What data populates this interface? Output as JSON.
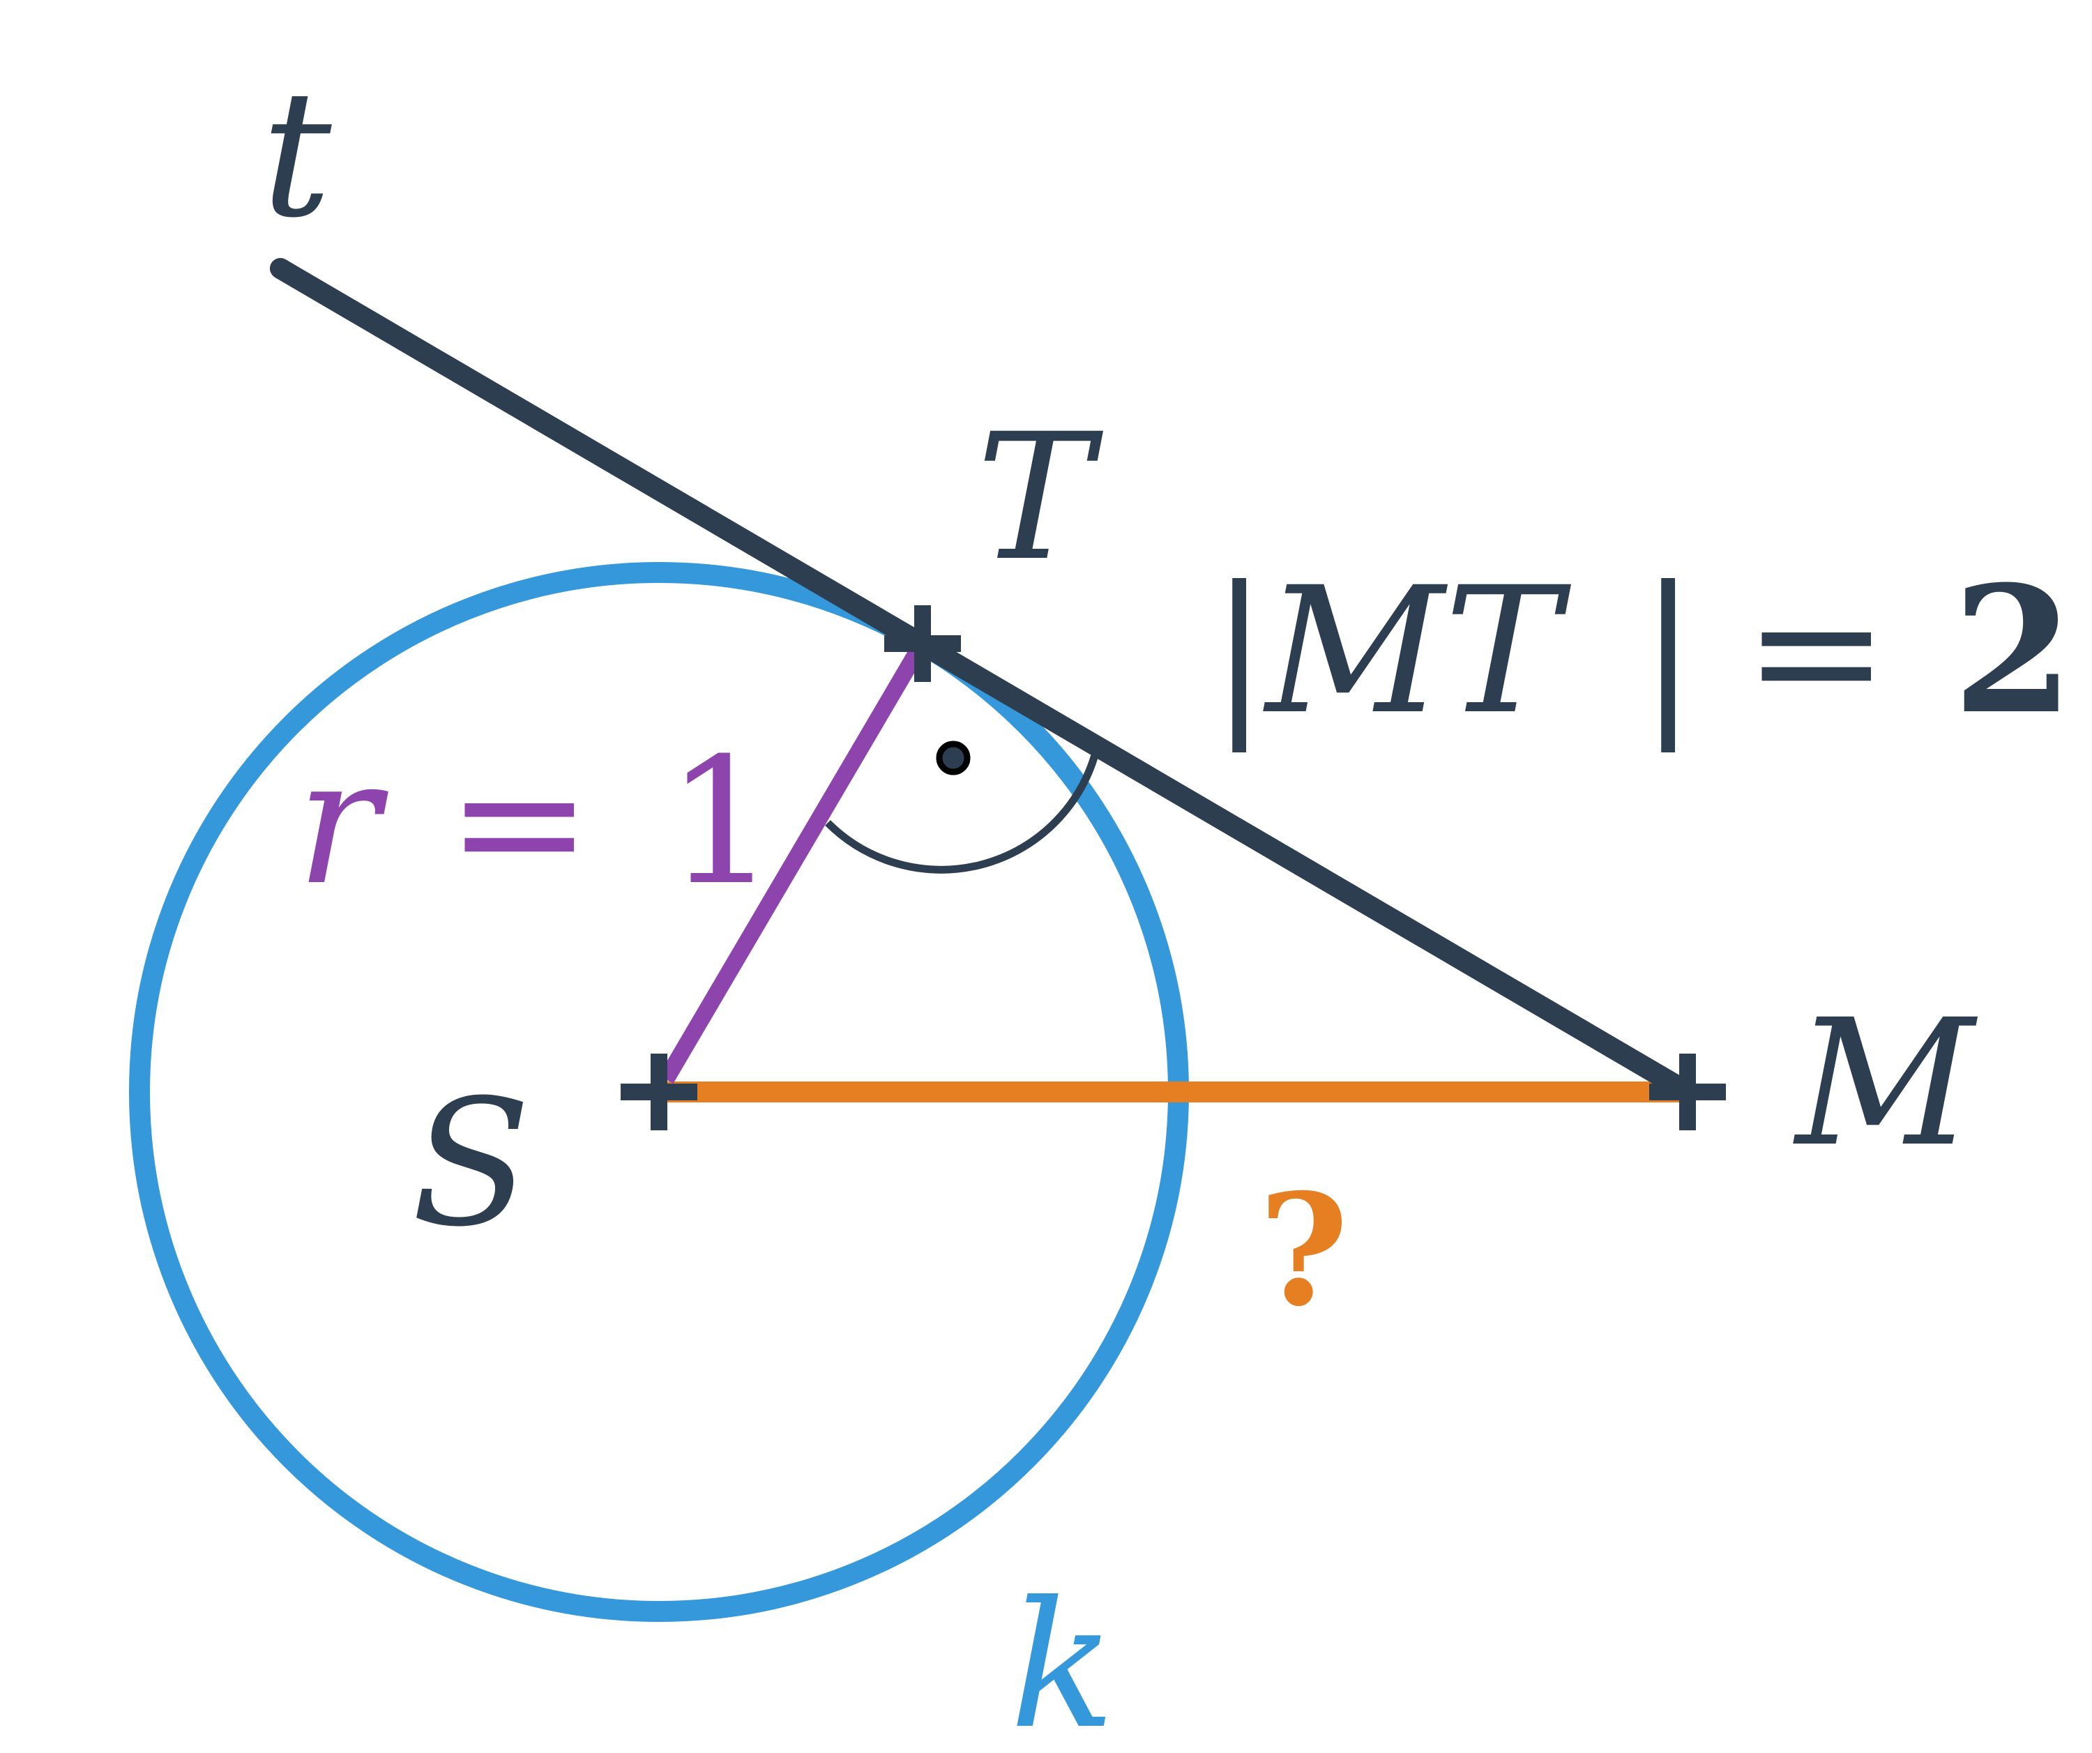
{
  "labels": {
    "tangent": "t",
    "tangent_point": "T",
    "center": "S",
    "external_point": "M",
    "circle": "k",
    "radius_var": "r",
    "radius_eq": "=",
    "radius_val": "1",
    "mt_bar_left": "|",
    "mt_text": "MT",
    "mt_bar_right": "|",
    "mt_eq": "=",
    "mt_val": "2",
    "unknown": "?"
  },
  "colors": {
    "circle": "#3498db",
    "radius": "#8e44ad",
    "unknown_segment": "#e67e22",
    "ink": "#2c3e50"
  },
  "right_angle_marker": "circle-dot"
}
